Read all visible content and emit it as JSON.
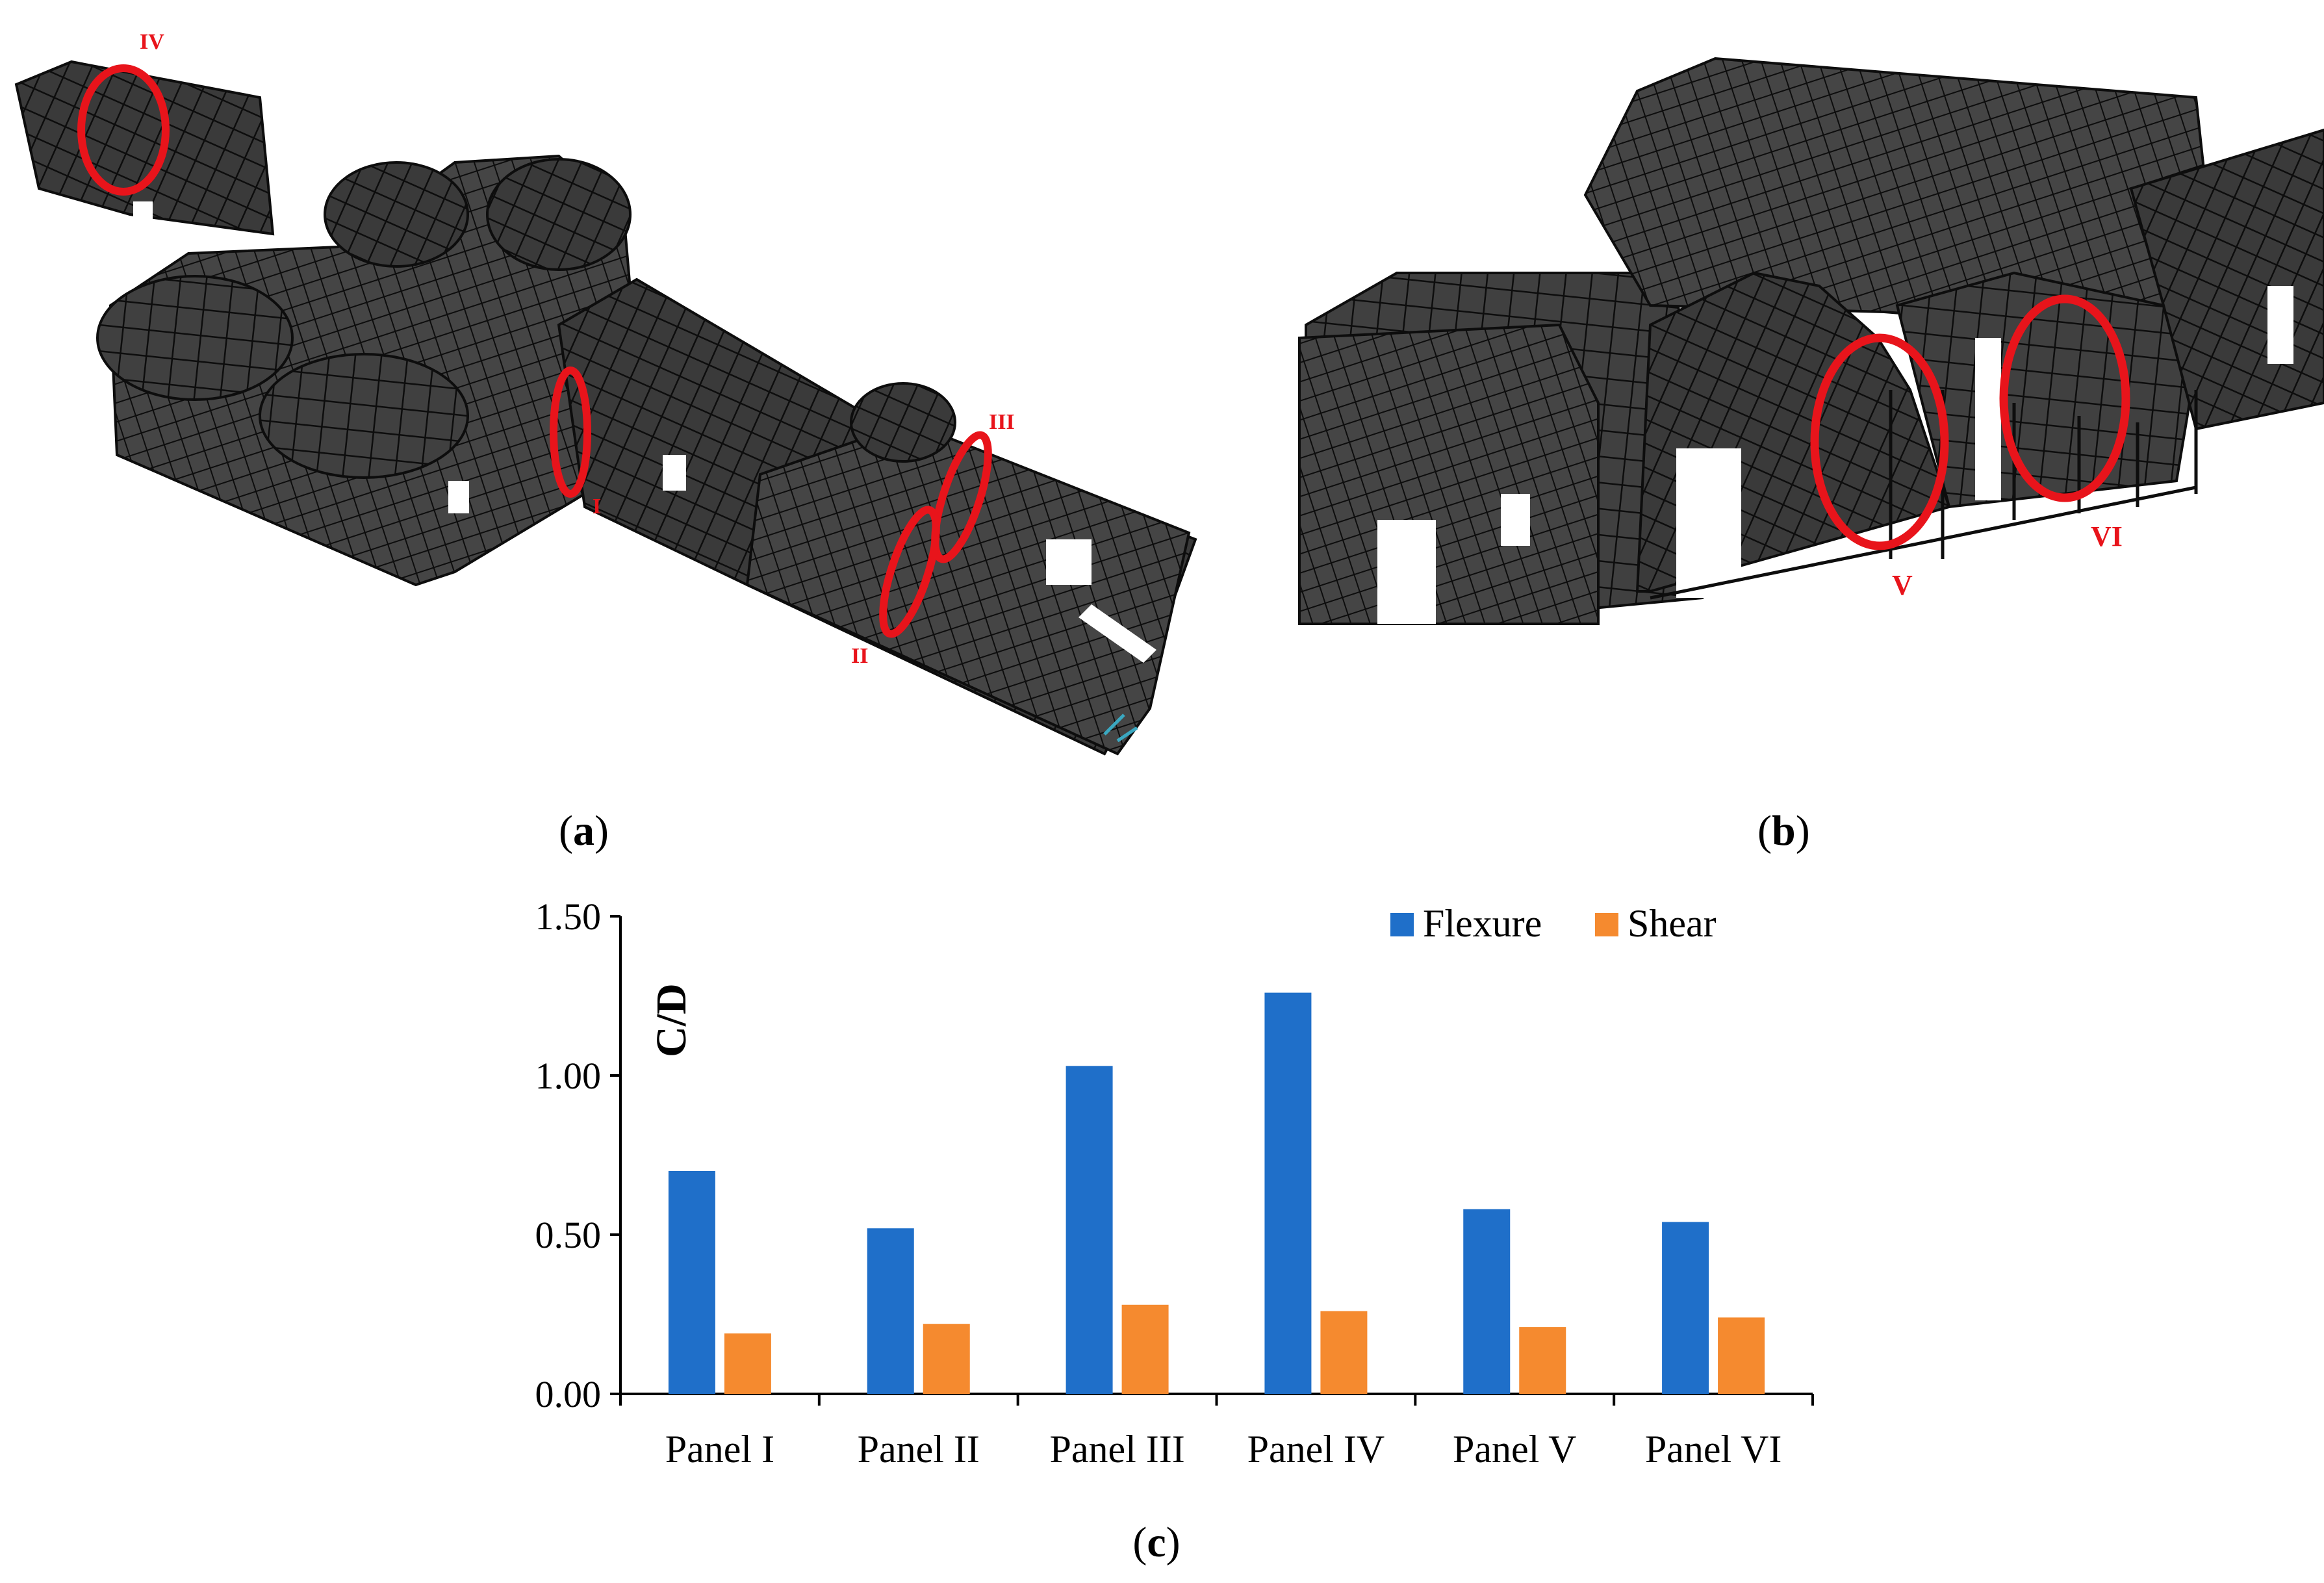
{
  "captions": {
    "a": "a",
    "b": "b",
    "c": "c"
  },
  "model_markers": {
    "a": [
      "I",
      "II",
      "III",
      "IV"
    ],
    "b": [
      "V",
      "VI"
    ]
  },
  "colors": {
    "flexure": "#1f6fc9",
    "shear": "#f58a2f",
    "marker": "#e8141b",
    "mesh_fill": "#3a3a3a",
    "mesh_line": "#0d0d0d"
  },
  "chart_data": {
    "type": "bar",
    "title": "",
    "xlabel": "",
    "ylabel": "C/D",
    "ylim": [
      0,
      1.5
    ],
    "yticks": [
      "0.00",
      "0.50",
      "1.00",
      "1.50"
    ],
    "categories": [
      "Panel I",
      "Panel II",
      "Panel III",
      "Panel IV",
      "Panel V",
      "Panel VI"
    ],
    "series": [
      {
        "name": "Flexure",
        "values": [
          0.7,
          0.52,
          1.03,
          1.26,
          0.58,
          0.54
        ]
      },
      {
        "name": "Shear",
        "values": [
          0.19,
          0.22,
          0.28,
          0.26,
          0.21,
          0.24
        ]
      }
    ],
    "legend": "top-right",
    "grid": false
  }
}
